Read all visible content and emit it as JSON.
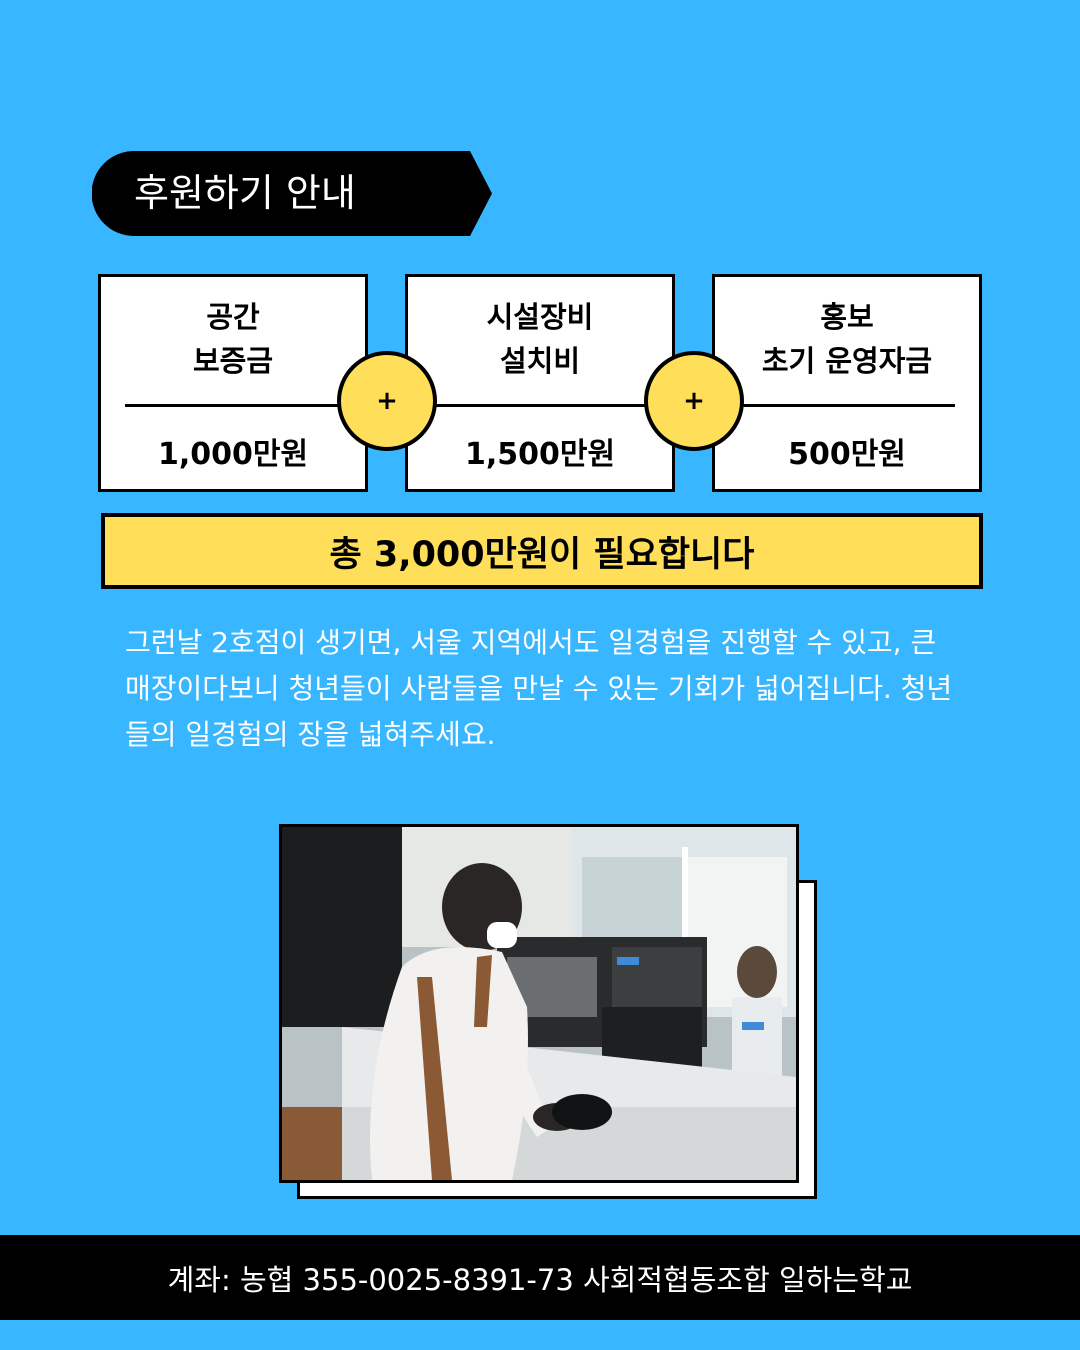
{
  "header": {
    "tag_label": "후원하기 안내"
  },
  "items": [
    {
      "title_lines": [
        "공간",
        "보증금"
      ],
      "amount": "1,000만원"
    },
    {
      "title_lines": [
        "시설장비",
        "설치비"
      ],
      "amount": "1,500만원"
    },
    {
      "title_lines": [
        "홍보",
        "초기 운영자금"
      ],
      "amount": "500만원"
    }
  ],
  "operator_symbol": "+",
  "total": "총 3,000만원이 필요합니다",
  "description": "그런날 2호점이 생기면, 서울 지역에서도 일경험을 진행할 수 있고, 큰 매장이다보니 청년들이 사람들을 만날 수 있는 기회가 넓어집니다. 청년들의 일경험의 장을 넓혀주세요.",
  "footer": {
    "account": "계좌: 농협 355-0025-8391-73 사회적협동조합 일하는학교"
  },
  "colors": {
    "background": "#38b6ff",
    "accent": "#ffde59",
    "dark": "#000000"
  }
}
